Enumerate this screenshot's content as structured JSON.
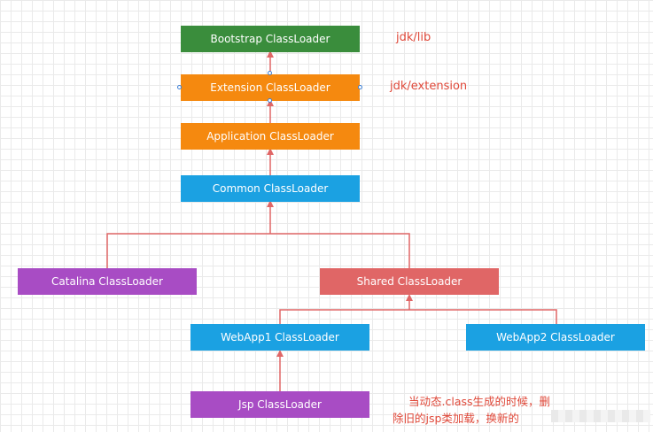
{
  "nodes": {
    "bootstrap": {
      "label": "Bootstrap ClassLoader",
      "color": "#3a8d3c"
    },
    "extension": {
      "label": "Extension ClassLoader",
      "color": "#f5890f"
    },
    "application": {
      "label": "Application ClassLoader",
      "color": "#f5890f"
    },
    "common": {
      "label": "Common ClassLoader",
      "color": "#1ba1e2"
    },
    "catalina": {
      "label": "Catalina ClassLoader",
      "color": "#a84cc4"
    },
    "shared": {
      "label": "Shared ClassLoader",
      "color": "#e06666"
    },
    "webapp1": {
      "label": "WebApp1 ClassLoader",
      "color": "#1ba1e2"
    },
    "webapp2": {
      "label": "WebApp2 ClassLoader",
      "color": "#1ba1e2"
    },
    "jsp": {
      "label": "Jsp ClassLoader",
      "color": "#a84cc4"
    }
  },
  "annotations": {
    "jdk_lib": "jdk/lib",
    "jdk_extension": "jdk/extension",
    "jsp_note_line1": "当动态.class生成的时候，删",
    "jsp_note_line2": "除旧的jsp类加载，换新的"
  },
  "colors": {
    "arrow": "#e06666",
    "annotation_text": "#e0493a"
  }
}
